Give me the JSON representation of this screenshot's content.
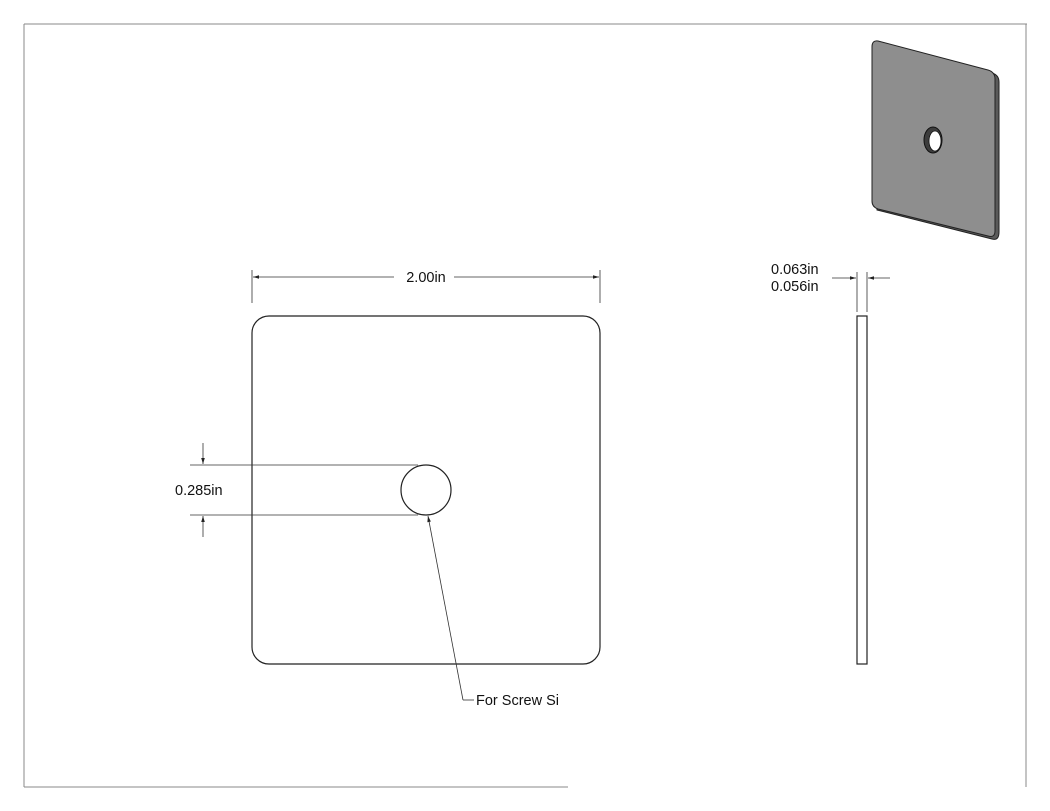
{
  "drawing": {
    "width_dimension": "2.00in",
    "hole_dimension": "0.285in",
    "thickness_max": "0.063in",
    "thickness_min": "0.056in",
    "callout": "For Screw Si"
  },
  "colors": {
    "line": "#222222",
    "iso_face": "#8e8e8e",
    "iso_edge": "#5a5a5a",
    "frame": "#888888"
  }
}
